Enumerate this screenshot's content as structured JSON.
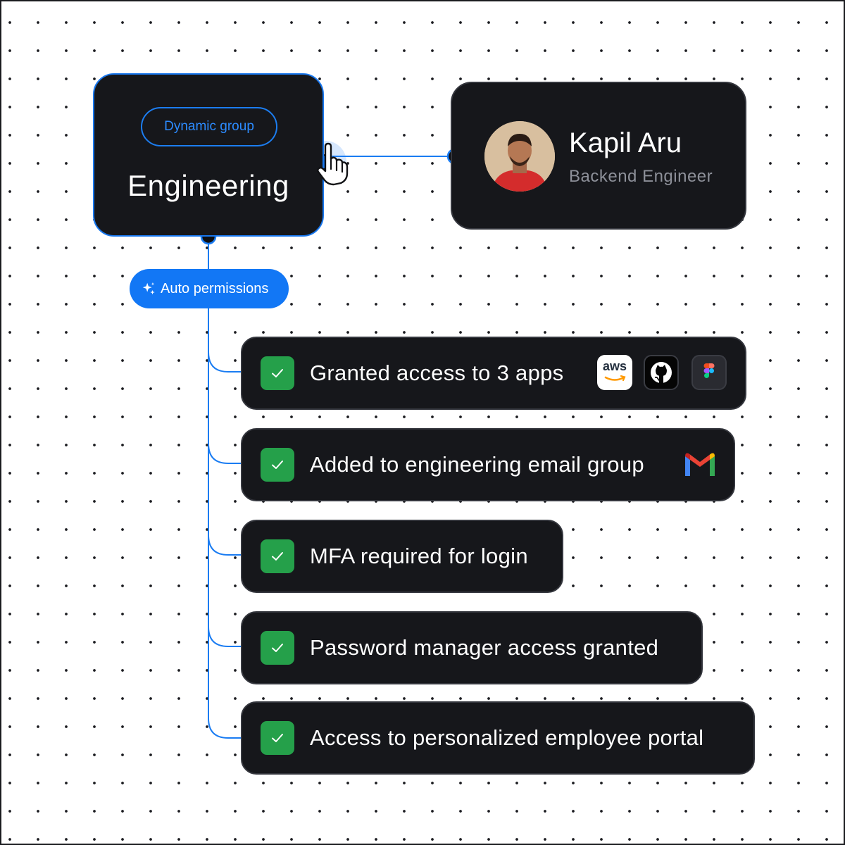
{
  "group": {
    "badge": "Dynamic group",
    "title": "Engineering"
  },
  "person": {
    "name": "Kapil Aru",
    "role": "Backend Engineer"
  },
  "auto_permissions": {
    "label": "Auto permissions",
    "icon": "sparkle-icon"
  },
  "tasks": [
    {
      "label": "Granted access to 3 apps",
      "status": "check-icon",
      "apps": [
        "aws",
        "github",
        "figma"
      ]
    },
    {
      "label": "Added to engineering email group",
      "status": "check-icon",
      "apps": [
        "gmail"
      ]
    },
    {
      "label": "MFA required for login",
      "status": "check-icon",
      "apps": []
    },
    {
      "label": "Password manager access granted",
      "status": "check-icon",
      "apps": []
    },
    {
      "label": "Access to personalized employee portal",
      "status": "check-icon",
      "apps": []
    }
  ],
  "aws_logo_text": "aws",
  "colors": {
    "accent": "#1277f5",
    "card": "#16171b",
    "check": "#25a04a",
    "muted": "#8d9099"
  }
}
